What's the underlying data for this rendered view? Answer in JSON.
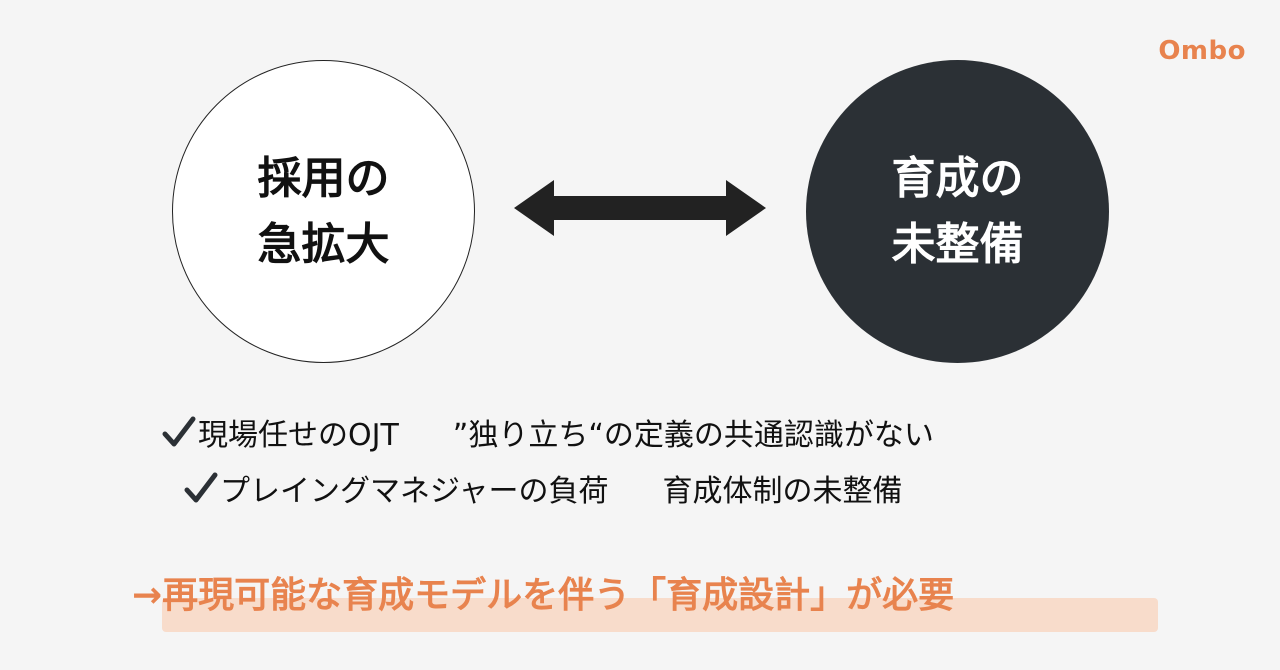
{
  "brand": "Ombo",
  "left_circle": {
    "line1": "採用の",
    "line2": "急拡大"
  },
  "right_circle": {
    "line1": "育成の",
    "line2": "未整備"
  },
  "points": {
    "row1": {
      "left": "現場任せのOJT",
      "right": "”独り立ち“の定義の共通認識がない"
    },
    "row2": {
      "left": "プレイングマネジャーの負荷",
      "right": "育成体制の未整備"
    }
  },
  "conclusion": "→再現可能な育成モデルを伴う「育成設計」が必要",
  "colors": {
    "accent": "#e8834e",
    "dark_circle": "#2b3035",
    "highlight": "#f8dccb",
    "background": "#f5f5f5"
  },
  "icons": [
    "checkmark-icon",
    "double-arrow-icon"
  ]
}
